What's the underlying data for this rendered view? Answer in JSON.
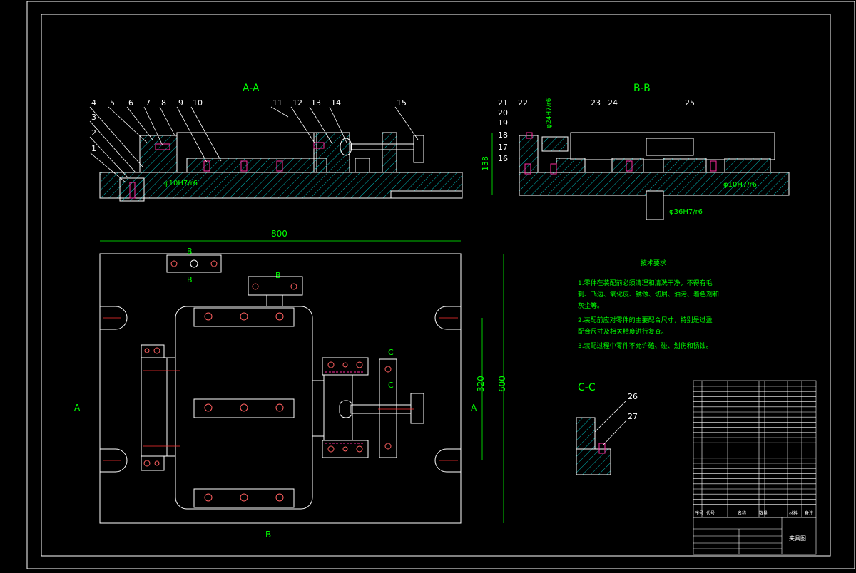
{
  "views": {
    "aa_title": "A-A",
    "bb_title": "B-B",
    "cc_title": "C-C"
  },
  "part_numbers_aa": [
    "1",
    "2",
    "3",
    "4",
    "5",
    "6",
    "7",
    "8",
    "9",
    "10",
    "11",
    "12",
    "13",
    "14",
    "15"
  ],
  "part_numbers_bb": [
    "16",
    "17",
    "18",
    "19",
    "20",
    "21",
    "22",
    "23",
    "24",
    "25"
  ],
  "part_numbers_cc": [
    "26",
    "27"
  ],
  "dims": {
    "width_800": "800",
    "height_600": "600",
    "span_320": "320",
    "height_138": "138",
    "fit_aa": "φ10H7/r6",
    "fit_bb_top": "φ24H7/r6",
    "fit_bb_right": "φ10H7/r6",
    "fit_bb_bottom": "φ36H7/r6"
  },
  "section_marks": {
    "a_left": "A",
    "a_right": "A",
    "b_top": "B",
    "b_top2": "B",
    "b_mid": "B",
    "b_bottom": "B",
    "c_top": "C",
    "c_mid": "C"
  },
  "notes": {
    "heading": "技术要求",
    "line1": "1.零件在装配前必须清理和清洗干净，不得有毛",
    "line2": "刺、飞边、氧化皮、锈蚀、切屑、油污、着色剂和",
    "line3": "灰尘等。",
    "line4": "2.装配前应对零件的主要配合尺寸，特别是过盈",
    "line5": "配合尺寸及相关精度进行复查。",
    "line6": "3.装配过程中零件不允许磕、碰、划伤和锈蚀。"
  },
  "title_block": {
    "drawing_name": "夹具图",
    "header_cells": [
      "序号",
      "代号",
      "名称",
      "数量",
      "材料",
      "备注"
    ]
  },
  "colors": {
    "line": "#ffffff",
    "dim": "#00ff00",
    "hatch": "#00b8b8",
    "bolt": "#ff2da0",
    "center": "#ff3030",
    "leader": "#ffffff"
  }
}
